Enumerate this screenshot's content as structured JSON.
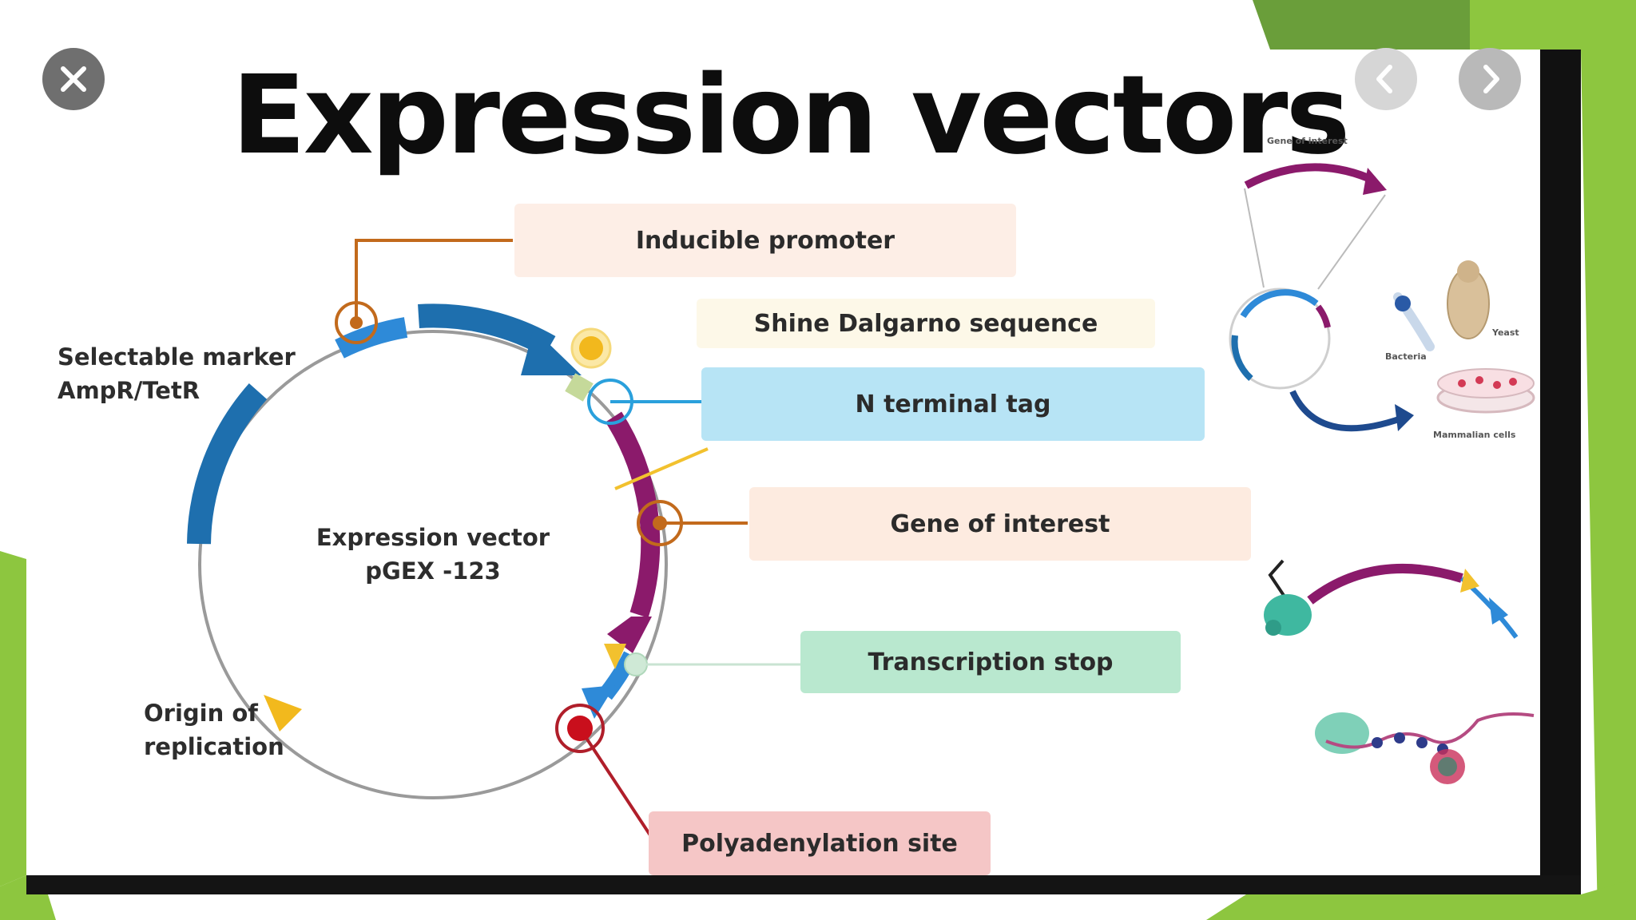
{
  "title": "Expression vectors",
  "controls": {
    "close_icon": "close-icon",
    "prev_icon": "chevron-left-icon",
    "next_icon": "chevron-right-icon"
  },
  "plasmid": {
    "name_line1": "Expression vector",
    "name_line2": "pGEX -123"
  },
  "labels": {
    "inducible_promoter": "Inducible promoter",
    "shine_dalgarno": "Shine Dalgarno sequence",
    "n_terminal_tag": "N terminal tag",
    "gene_of_interest": "Gene of interest",
    "transcription_stop": "Transcription stop",
    "polyadenylation_site": "Polyadenylation site",
    "selectable_marker_line1": "Selectable marker",
    "selectable_marker_line2": "AmpR/TetR",
    "origin_line1": "Origin of",
    "origin_line2": "replication"
  },
  "side_illustration": {
    "gene_of_interest": "Gene of interest",
    "yeast": "Yeast",
    "bacteria": "Bacteria",
    "mammalian_cells": "Mammalian cells"
  },
  "colors": {
    "background_green": "#8dc63f",
    "dark_green": "#6a9e3a",
    "promoter_box": "#fdeee6",
    "shine_box": "#fdf8e8",
    "tag_box": "#b7e4f5",
    "gene_box": "#fdebe0",
    "stop_box": "#b9e8cf",
    "polya_box": "#f5c6c6",
    "marker_blue": "#1e6fae",
    "gene_purple": "#8b1a6b"
  }
}
